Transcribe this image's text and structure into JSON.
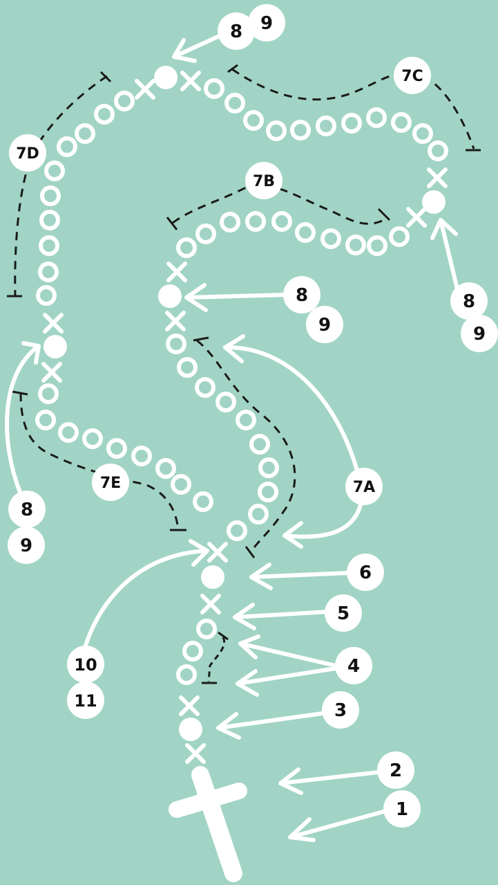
{
  "colors": {
    "background": "#a1d4c5",
    "bead": "#ffffff",
    "label_text": "#111111",
    "dashed_bracket": "#1a1a1a"
  },
  "labels": {
    "step1": "1",
    "step2": "2",
    "step3": "3",
    "step4": "4",
    "step5": "5",
    "step6": "6",
    "decade_a": "7A",
    "decade_b": "7B",
    "decade_c": "7C",
    "decade_d": "7D",
    "decade_e": "7E",
    "eight": "8",
    "nine": "9",
    "ten": "10",
    "eleven": "11"
  },
  "icons": {
    "crucifix": "crucifix-icon",
    "bead": "bead-icon",
    "separator": "cross-separator-icon",
    "pointer": "arrow-icon"
  }
}
